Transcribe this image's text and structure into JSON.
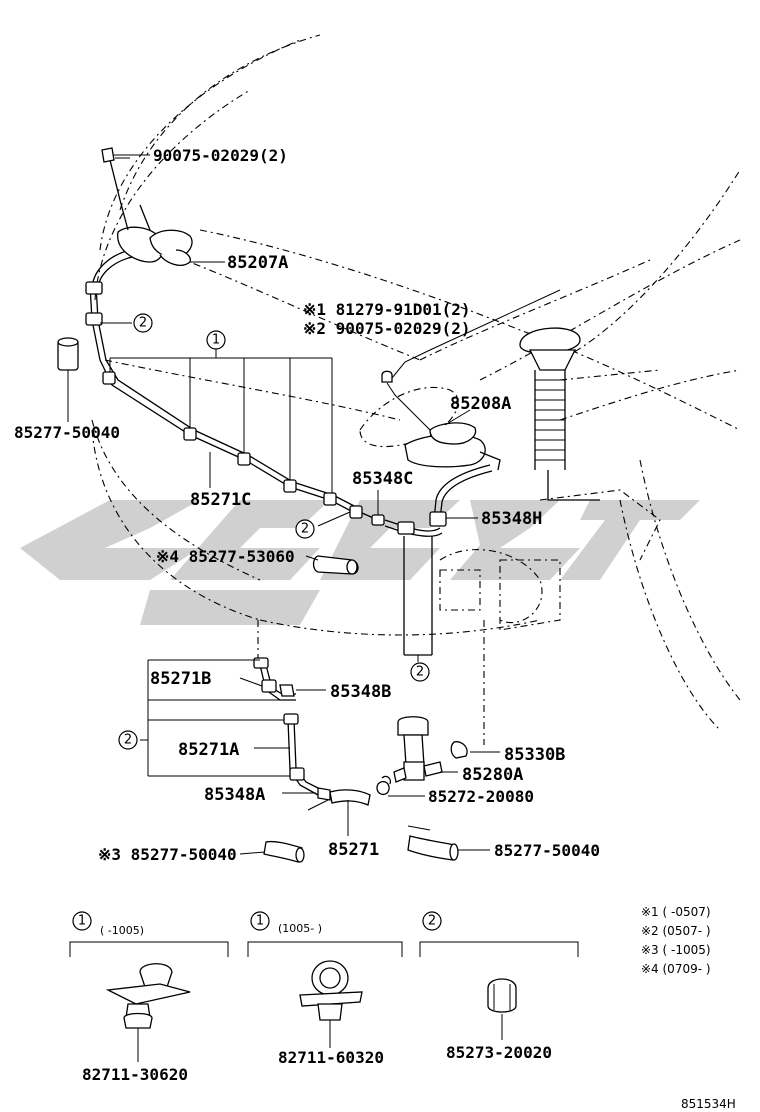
{
  "labels": {
    "bolt_top": "90075-02029(2)",
    "nozzle_left": "85207A",
    "mark_line1": "※1 81279-91D01(2)",
    "mark_line2": "※2 90075-02029(2)",
    "nozzle_right": "85208A",
    "cover_left": "85277-50040",
    "hose_main": "85271C",
    "joint_c": "85348C",
    "joint_h": "85348H",
    "cover_4": "※4 85277-53060",
    "hose_b": "85271B",
    "joint_b": "85348B",
    "hose_a": "85271A",
    "joint_a": "85348A",
    "cap": "85330B",
    "pump": "85280A",
    "clamp": "85272-20080",
    "hose": "85271",
    "cover_3": "※3 85277-50040",
    "cover_right": "85277-50040",
    "clip1": "82711-30620",
    "clip2": "82711-60320",
    "clip3": "85273-20020",
    "drawing_no": "851534H"
  },
  "circles": {
    "c1": "1",
    "c2": "2"
  },
  "legend_variants": {
    "v1_range": "(      -1005)",
    "v2_range": "(1005-      )"
  },
  "notes": [
    "※1 (      -0507)",
    "※2 (0507-      )",
    "※3 (      -1005)",
    "※4 (0709-      )"
  ],
  "watermark": {
    "color": "#c8c8c8"
  }
}
